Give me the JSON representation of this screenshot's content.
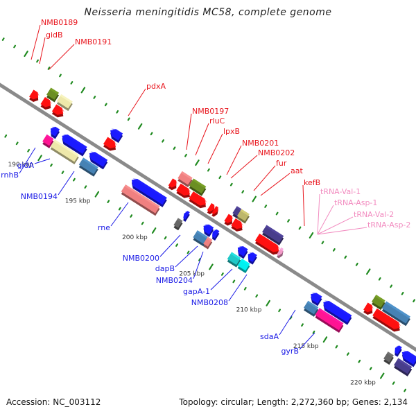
{
  "title": "Neisseria meningitidis MC58, complete genome",
  "footer": {
    "accession": "Accession: NC_003112",
    "summary": "Topology: circular; Length: 2,272,360 bp; Genes: 2,134"
  },
  "colors": {
    "backbone": "#8a8a8a",
    "tick": "#1f8a1f",
    "label_forward": "#e8141c",
    "label_reverse": "#1a1ae6",
    "label_trna": "#f28cc0"
  },
  "ticks": [
    {
      "kbp": 190,
      "label": "190 kbp"
    },
    {
      "kbp": 195,
      "label": "195 kbp"
    },
    {
      "kbp": 200,
      "label": "200 kbp"
    },
    {
      "kbp": 205,
      "label": "205 kbp"
    },
    {
      "kbp": 210,
      "label": "210 kbp"
    },
    {
      "kbp": 215,
      "label": "215 kbp"
    },
    {
      "kbp": 220,
      "label": "220 kbp"
    }
  ],
  "forward_labels": [
    {
      "text": "NMB0189",
      "kbp": 188.6
    },
    {
      "text": "gidB",
      "kbp": 189.1
    },
    {
      "text": "NMB0191",
      "kbp": 189.8
    },
    {
      "text": "pdxA",
      "kbp": 193.6
    },
    {
      "text": "NMB0197",
      "kbp": 199.6
    },
    {
      "text": "rluC",
      "kbp": 200.1
    },
    {
      "text": "lpxB",
      "kbp": 200.6
    },
    {
      "text": "NMB0201",
      "kbp": 203.0
    },
    {
      "text": "NMB0202",
      "kbp": 203.3
    },
    {
      "text": "fur",
      "kbp": 204.6
    },
    {
      "text": "aat",
      "kbp": 205.0
    },
    {
      "text": "kefB",
      "kbp": 207.6
    }
  ],
  "trna_labels": [
    {
      "text": "tRNA-Val-1"
    },
    {
      "text": "tRNA-Asp-1"
    },
    {
      "text": "tRNA-Val-2"
    },
    {
      "text": "tRNA-Asp-2"
    }
  ],
  "reverse_labels": [
    {
      "text": "rnhB"
    },
    {
      "text": "gidA"
    },
    {
      "text": "NMB0194"
    },
    {
      "text": "rne"
    },
    {
      "text": "NMB0200"
    },
    {
      "text": "dapB"
    },
    {
      "text": "NMB0204"
    },
    {
      "text": "gapA-1"
    },
    {
      "text": "NMB0208"
    },
    {
      "text": "sdaA"
    },
    {
      "text": "gyrB"
    }
  ],
  "genes": [
    {
      "name": "left-edge-blue",
      "strand": "rev",
      "row": 1,
      "start": 183.6,
      "end": 184.2,
      "color": "#1a1aff",
      "shape": "arrow"
    },
    {
      "name": "left-edge-cyan",
      "strand": "rev",
      "row": 1,
      "start": 184.2,
      "end": 184.5,
      "color": "#33bbff",
      "shape": "arrow"
    },
    {
      "name": "fwd-red-1",
      "strand": "fwd",
      "row": 1,
      "start": 186.9,
      "end": 187.5,
      "color": "#ff1010",
      "shape": "arrow"
    },
    {
      "name": "fwd-red-2",
      "strand": "fwd",
      "row": 1,
      "start": 187.9,
      "end": 188.6,
      "color": "#ff1010",
      "shape": "arrow"
    },
    {
      "name": "fwd-red-3",
      "strand": "fwd",
      "row": 1,
      "start": 188.9,
      "end": 189.7,
      "color": "#ff1010",
      "shape": "arrow"
    },
    {
      "name": "NMB0189",
      "strand": "fwd",
      "row": 2,
      "start": 187.9,
      "end": 188.6,
      "color": "#6b8e23",
      "shape": "box"
    },
    {
      "name": "gidB",
      "strand": "fwd",
      "row": 2,
      "start": 188.8,
      "end": 189.8,
      "color": "#eee8aa",
      "shape": "box"
    },
    {
      "name": "pdxA-red",
      "strand": "fwd",
      "row": 1,
      "start": 193.4,
      "end": 194.3,
      "color": "#ff1010",
      "shape": "arrow"
    },
    {
      "name": "pdxA",
      "strand": "fwd",
      "row": 2,
      "start": 193.3,
      "end": 194.2,
      "color": "#1a1aff",
      "shape": "arrow-rev"
    },
    {
      "name": "rnhB",
      "strand": "rev",
      "row": 2,
      "start": 189.5,
      "end": 190.1,
      "color": "#ff1493",
      "shape": "box"
    },
    {
      "name": "rnhB-arrow",
      "strand": "rev",
      "row": 1,
      "start": 189.5,
      "end": 190.1,
      "color": "#1a1aff",
      "shape": "arrow-rev"
    },
    {
      "name": "gidA",
      "strand": "rev",
      "row": 2,
      "start": 190.2,
      "end": 192.3,
      "color": "#eee8aa",
      "shape": "box"
    },
    {
      "name": "gidA-blue",
      "strand": "rev",
      "row": 1,
      "start": 190.5,
      "end": 192.5,
      "color": "#1a1aff",
      "shape": "arrow-rev"
    },
    {
      "name": "NMB0194",
      "strand": "rev",
      "row": 2,
      "start": 192.7,
      "end": 194.0,
      "color": "#4682b4",
      "shape": "box"
    },
    {
      "name": "NMB0194-blue",
      "strand": "rev",
      "row": 1,
      "start": 192.9,
      "end": 194.3,
      "color": "#1a1aff",
      "shape": "arrow-rev"
    },
    {
      "name": "rne-blue",
      "strand": "rev",
      "row": 1,
      "start": 196.6,
      "end": 199.5,
      "color": "#1a1aff",
      "shape": "arrow-rev"
    },
    {
      "name": "rne",
      "strand": "rev",
      "row": 2,
      "start": 196.4,
      "end": 199.4,
      "color": "#f08080",
      "shape": "box"
    },
    {
      "name": "NMB0197",
      "strand": "fwd",
      "row": 2,
      "start": 199.4,
      "end": 200.3,
      "color": "#f08080",
      "shape": "box"
    },
    {
      "name": "rluC",
      "strand": "fwd",
      "row": 2,
      "start": 200.4,
      "end": 201.5,
      "color": "#6b8e23",
      "shape": "box"
    },
    {
      "name": "fwd-red-4",
      "strand": "fwd",
      "row": 1,
      "start": 199.1,
      "end": 199.6,
      "color": "#ff1010",
      "shape": "arrow"
    },
    {
      "name": "fwd-red-5",
      "strand": "fwd",
      "row": 1,
      "start": 199.8,
      "end": 200.8,
      "color": "#ff1010",
      "shape": "arrow"
    },
    {
      "name": "lpxB",
      "strand": "fwd",
      "row": 1,
      "start": 200.9,
      "end": 202.2,
      "color": "#ff1010",
      "shape": "arrow"
    },
    {
      "name": "NMB0201",
      "strand": "fwd",
      "row": 1,
      "start": 202.5,
      "end": 202.9,
      "color": "#ff1010",
      "shape": "arrow"
    },
    {
      "name": "NMB0202",
      "strand": "fwd",
      "row": 1,
      "start": 202.9,
      "end": 203.2,
      "color": "#ff1010",
      "shape": "arrow"
    },
    {
      "name": "NMB0200-blue",
      "strand": "rev",
      "row": 1,
      "start": 201.2,
      "end": 201.5,
      "color": "#1a1aff",
      "shape": "arrow-rev"
    },
    {
      "name": "NMB0200",
      "strand": "rev",
      "row": 2,
      "start": 201.0,
      "end": 201.4,
      "color": "#666666",
      "shape": "box"
    },
    {
      "name": "fur-purple",
      "strand": "fwd",
      "row": 2,
      "start": 204.2,
      "end": 204.6,
      "color": "#483d8b",
      "shape": "box"
    },
    {
      "name": "fur",
      "strand": "fwd",
      "row": 2,
      "start": 204.6,
      "end": 205.3,
      "color": "#bdb76b",
      "shape": "box"
    },
    {
      "name": "fur-red",
      "strand": "fwd",
      "row": 1,
      "start": 204.0,
      "end": 204.5,
      "color": "#ff1010",
      "shape": "arrow"
    },
    {
      "name": "aat",
      "strand": "fwd",
      "row": 1,
      "start": 204.6,
      "end": 205.4,
      "color": "#ff1010",
      "shape": "arrow"
    },
    {
      "name": "dapB",
      "strand": "rev",
      "row": 2,
      "start": 202.7,
      "end": 203.6,
      "color": "#4682b4",
      "shape": "box"
    },
    {
      "name": "NMB0204",
      "strand": "rev",
      "row": 2,
      "start": 203.6,
      "end": 204.0,
      "color": "#f08080",
      "shape": "box"
    },
    {
      "name": "dapB-blue-1",
      "strand": "rev",
      "row": 1,
      "start": 202.9,
      "end": 203.6,
      "color": "#1a1aff",
      "shape": "arrow-rev"
    },
    {
      "name": "dapB-blue-2",
      "strand": "rev",
      "row": 1,
      "start": 203.7,
      "end": 204.1,
      "color": "#1a1aff",
      "shape": "arrow-rev"
    },
    {
      "name": "gapA-1",
      "strand": "rev",
      "row": 2,
      "start": 205.7,
      "end": 206.5,
      "color": "#20c8c8",
      "shape": "box"
    },
    {
      "name": "NMB0208",
      "strand": "rev",
      "row": 2,
      "start": 206.6,
      "end": 207.3,
      "color": "#00f0f0",
      "shape": "box"
    },
    {
      "name": "gapA-blue",
      "strand": "rev",
      "row": 1,
      "start": 205.9,
      "end": 206.6,
      "color": "#1a1aff",
      "shape": "arrow-rev"
    },
    {
      "name": "NMB0208-blue",
      "strand": "rev",
      "row": 1,
      "start": 206.8,
      "end": 207.4,
      "color": "#1a1aff",
      "shape": "arrow-rev"
    },
    {
      "name": "kefB",
      "strand": "fwd",
      "row": 2,
      "start": 206.8,
      "end": 208.3,
      "color": "#483d8b",
      "shape": "box"
    },
    {
      "name": "kefB-red",
      "strand": "fwd",
      "row": 1,
      "start": 206.7,
      "end": 208.6,
      "color": "#ff1010",
      "shape": "arrow"
    },
    {
      "name": "trna-cluster",
      "strand": "fwd",
      "row": 1,
      "start": 208.6,
      "end": 208.9,
      "color": "#f49ac8",
      "shape": "arrow"
    },
    {
      "name": "sdaA",
      "strand": "rev",
      "row": 2,
      "start": 212.4,
      "end": 213.3,
      "color": "#4682b4",
      "shape": "box"
    },
    {
      "name": "sdaA-blue",
      "strand": "rev",
      "row": 1,
      "start": 212.3,
      "end": 213.1,
      "color": "#1a1aff",
      "shape": "arrow-rev"
    },
    {
      "name": "gyrB",
      "strand": "rev",
      "row": 2,
      "start": 213.4,
      "end": 215.5,
      "color": "#ff1493",
      "shape": "box"
    },
    {
      "name": "gyrB-blue",
      "strand": "rev",
      "row": 1,
      "start": 213.4,
      "end": 215.7,
      "color": "#1a1aff",
      "shape": "arrow-rev"
    },
    {
      "name": "fwd-olive-2",
      "strand": "fwd",
      "row": 2,
      "start": 216.4,
      "end": 217.2,
      "color": "#6b8e23",
      "shape": "box"
    },
    {
      "name": "fwd-steelblue-2",
      "strand": "fwd",
      "row": 2,
      "start": 217.3,
      "end": 219.4,
      "color": "#4682b4",
      "shape": "box"
    },
    {
      "name": "fwd-red-6",
      "strand": "fwd",
      "row": 1,
      "start": 216.2,
      "end": 216.8,
      "color": "#ff1010",
      "shape": "arrow"
    },
    {
      "name": "fwd-red-7",
      "strand": "fwd",
      "row": 1,
      "start": 217.0,
      "end": 219.2,
      "color": "#ff1010",
      "shape": "arrow"
    },
    {
      "name": "rev-blue-end-1",
      "strand": "rev",
      "row": 1,
      "start": 219.7,
      "end": 220.1,
      "color": "#1a1aff",
      "shape": "arrow-rev"
    },
    {
      "name": "rev-gray-end",
      "strand": "rev",
      "row": 2,
      "start": 219.4,
      "end": 219.9,
      "color": "#666666",
      "shape": "box"
    },
    {
      "name": "rev-blue-end-2",
      "strand": "rev",
      "row": 1,
      "start": 220.3,
      "end": 221.5,
      "color": "#1a1aff",
      "shape": "arrow-rev"
    },
    {
      "name": "rev-purple-end",
      "strand": "rev",
      "row": 2,
      "start": 220.3,
      "end": 221.5,
      "color": "#483d8b",
      "shape": "box"
    }
  ]
}
